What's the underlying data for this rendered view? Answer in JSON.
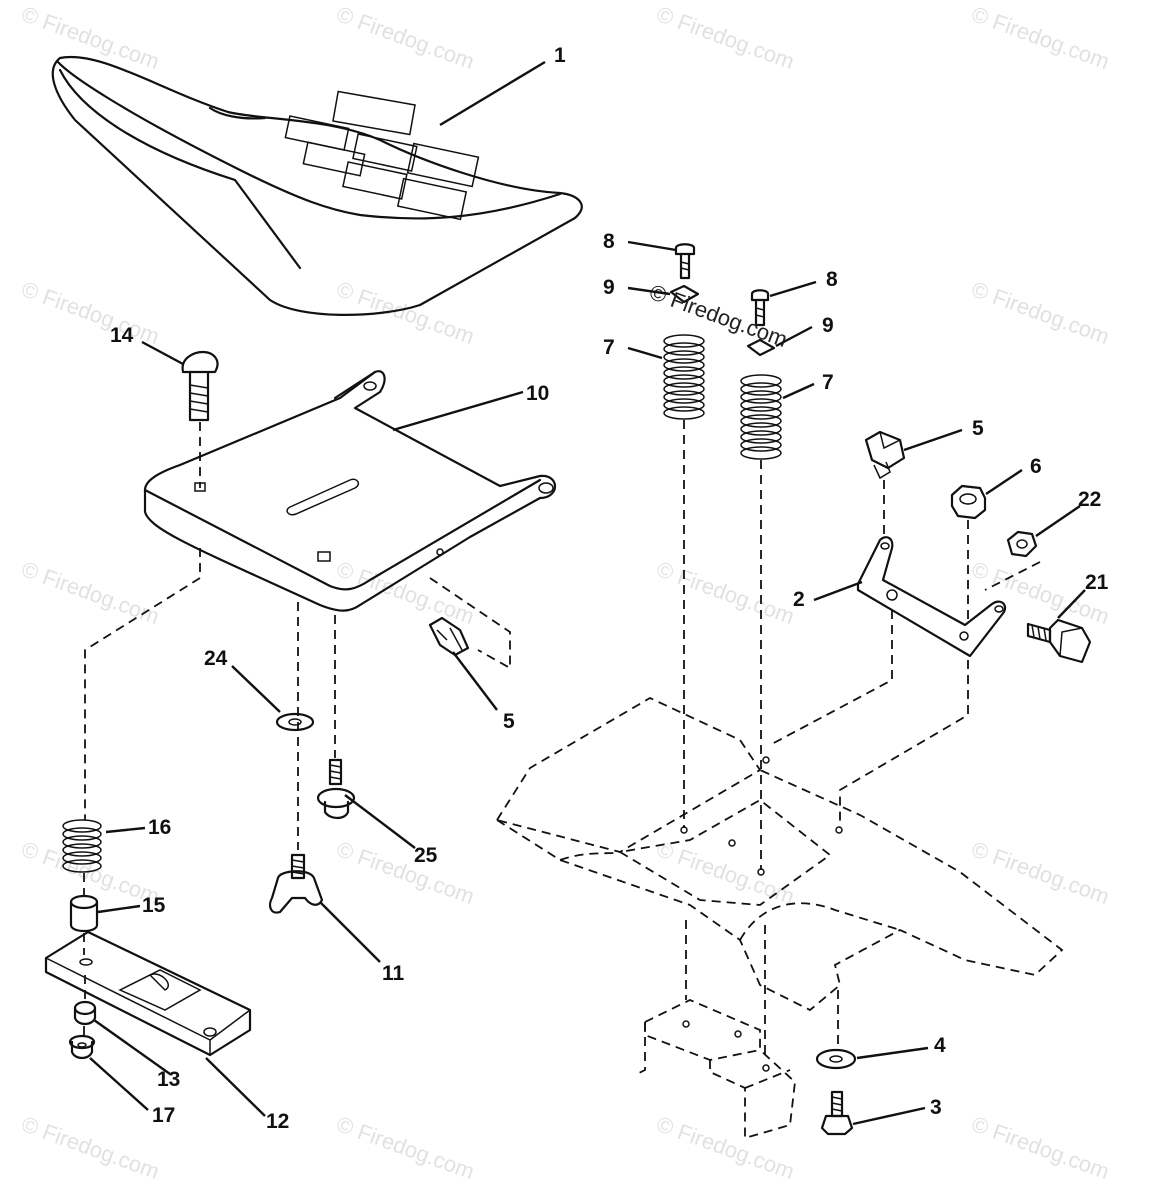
{
  "watermark": "© Firedog.com",
  "inline_watermark": "© Firedog.com",
  "callouts": [
    {
      "id": "1",
      "label": "1"
    },
    {
      "id": "14",
      "label": "14"
    },
    {
      "id": "10",
      "label": "10"
    },
    {
      "id": "24",
      "label": "24"
    },
    {
      "id": "5a",
      "label": "5"
    },
    {
      "id": "25",
      "label": "25"
    },
    {
      "id": "16",
      "label": "16"
    },
    {
      "id": "15",
      "label": "15"
    },
    {
      "id": "11",
      "label": "11"
    },
    {
      "id": "13",
      "label": "13"
    },
    {
      "id": "17",
      "label": "17"
    },
    {
      "id": "12",
      "label": "12"
    },
    {
      "id": "8a",
      "label": "8"
    },
    {
      "id": "9a",
      "label": "9"
    },
    {
      "id": "7a",
      "label": "7"
    },
    {
      "id": "8b",
      "label": "8"
    },
    {
      "id": "9b",
      "label": "9"
    },
    {
      "id": "7b",
      "label": "7"
    },
    {
      "id": "5b",
      "label": "5"
    },
    {
      "id": "6",
      "label": "6"
    },
    {
      "id": "22",
      "label": "22"
    },
    {
      "id": "2",
      "label": "2"
    },
    {
      "id": "21",
      "label": "21"
    },
    {
      "id": "4",
      "label": "4"
    },
    {
      "id": "3",
      "label": "3"
    }
  ]
}
